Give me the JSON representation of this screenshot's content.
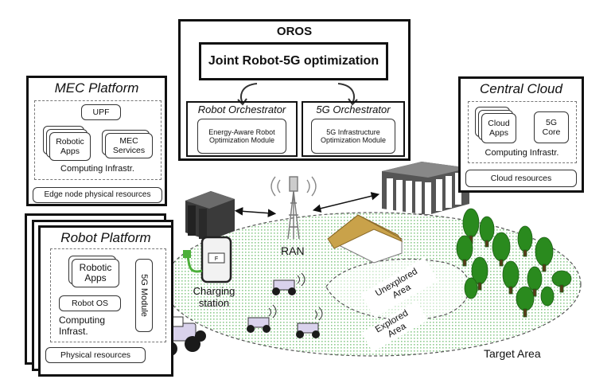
{
  "oros": {
    "title": "OROS",
    "joint": "Joint Robot-5G optimization",
    "robot_orch": {
      "title": "Robot Orchestrator",
      "module": "Energy-Aware Robot Optimization Module"
    },
    "g5_orch": {
      "title": "5G Orchestrator",
      "module": "5G Infrastructure Optimization Module"
    }
  },
  "mec": {
    "title": "MEC Platform",
    "upf": "UPF",
    "apps": "Robotic Apps",
    "services": "MEC Services",
    "infra": "Computing Infrastr.",
    "phys": "Edge node physical resources"
  },
  "cloud": {
    "title": "Central Cloud",
    "apps": "Cloud Apps",
    "core": "5G Core",
    "infra": "Computing Infrastr.",
    "res": "Cloud resources"
  },
  "robot": {
    "title": "Robot Platform",
    "apps": "Robotic Apps",
    "os": "Robot OS",
    "module": "5G Module",
    "infra": "Computing Infrast.",
    "phys": "Physical resources"
  },
  "scene": {
    "ran": "RAN",
    "charging": "Charging station",
    "unexplored": "Unexplored Area",
    "explored": "Explored Area",
    "target": "Target Area"
  },
  "colors": {
    "border": "#111111",
    "robot_body": "#d9d2ec",
    "robot_wheel": "#1a1a1a",
    "tree": "#2a8a1e",
    "roof": "#c9a24a",
    "field_dots": "#9ad09a"
  }
}
